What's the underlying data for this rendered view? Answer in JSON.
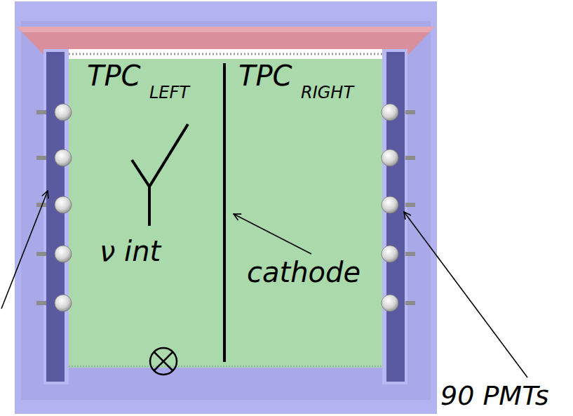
{
  "diagram": {
    "labels": [
      "TPC",
      "LEFT",
      "TPC",
      "RIGHT",
      "ν int",
      "cathode",
      "90 PMTs"
    ]
  }
}
